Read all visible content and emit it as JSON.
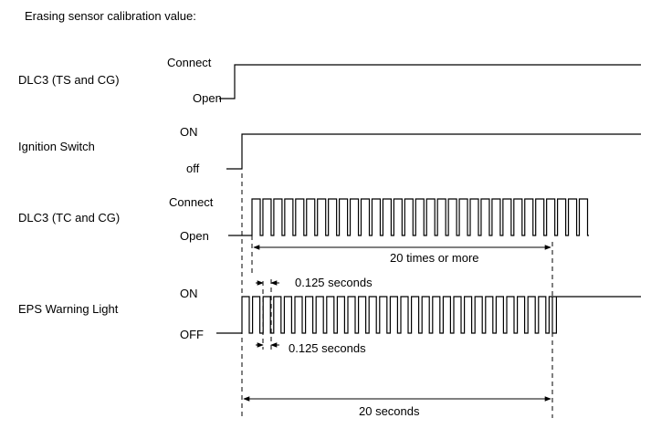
{
  "title": "Erasing sensor calibration value:",
  "signals": {
    "dlc3_ts": {
      "name": "DLC3 (TS and CG)",
      "high": "Connect",
      "low": "Open"
    },
    "ignition": {
      "name": "Ignition Switch",
      "high": "ON",
      "low": "off"
    },
    "dlc3_tc": {
      "name": "DLC3 (TC and CG)",
      "high": "Connect",
      "low": "Open"
    },
    "eps": {
      "name": "EPS Warning Light",
      "high": "ON",
      "low": "OFF"
    }
  },
  "annotations": {
    "tc_pulses": "20 times or more",
    "on_time": "0.125 seconds",
    "off_time": "0.125 seconds",
    "duration": "20 seconds"
  }
}
